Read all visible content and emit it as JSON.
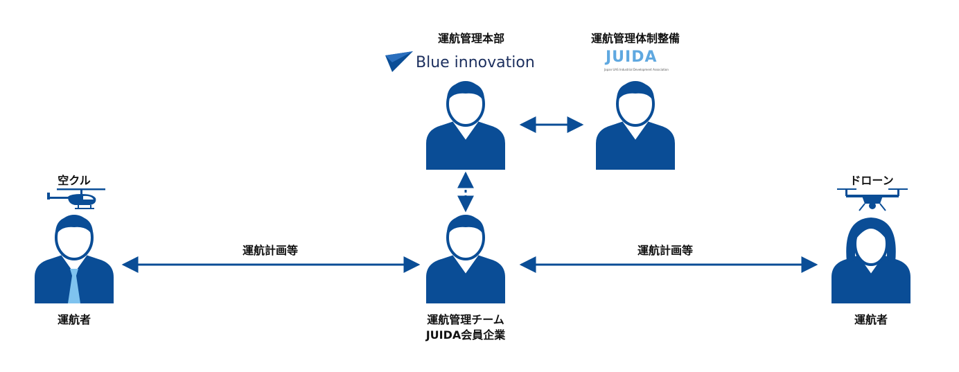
{
  "colors": {
    "primary": "#0a4d96",
    "tie": "#7fc3ef",
    "text": "#111111"
  },
  "top_left": {
    "heading": "運航管理本部",
    "logo_text": "Blue innovation",
    "icon": "paper-plane-logo"
  },
  "top_right": {
    "heading": "運航管理体制整備",
    "logo_text": "JUIDA",
    "logo_subtext": "Japan UAS Industrial Development Association"
  },
  "left": {
    "heading": "空クル",
    "icon": "helicopter-icon",
    "caption": "運航者"
  },
  "right": {
    "heading": "ドローン",
    "icon": "drone-icon",
    "caption": "運航者"
  },
  "center": {
    "caption_line1": "運航管理チーム",
    "caption_line2": "JUIDA会員企業"
  },
  "arrows": {
    "left_label": "運航計画等",
    "right_label": "運航計画等"
  }
}
